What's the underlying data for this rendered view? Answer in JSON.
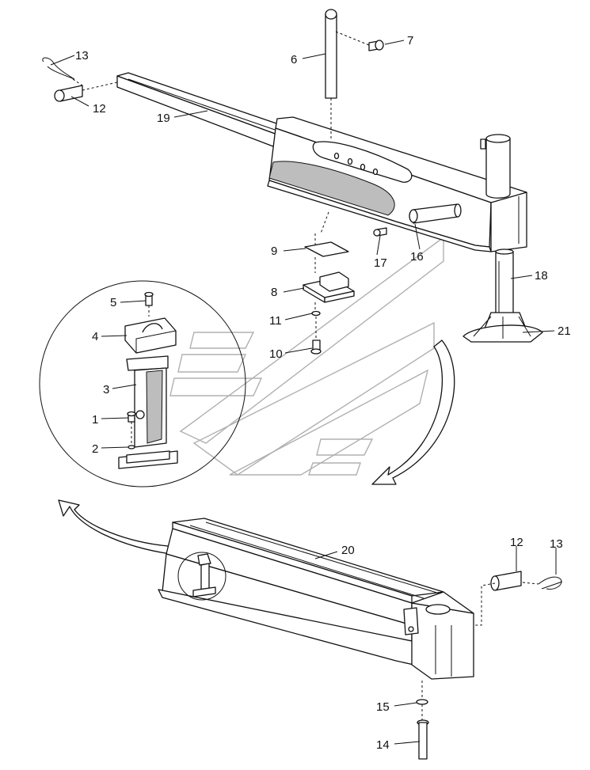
{
  "callouts": {
    "c1": "1",
    "c2": "2",
    "c3": "3",
    "c4": "4",
    "c5": "5",
    "c6": "6",
    "c7": "7",
    "c8": "8",
    "c9": "9",
    "c10": "10",
    "c11": "11",
    "c12_top": "12",
    "c12_bottom": "12",
    "c13_top": "13",
    "c13_bottom": "13",
    "c14": "14",
    "c15": "15",
    "c16": "16",
    "c17": "17",
    "c18": "18",
    "c19": "19",
    "c20": "20",
    "c21": "21"
  }
}
